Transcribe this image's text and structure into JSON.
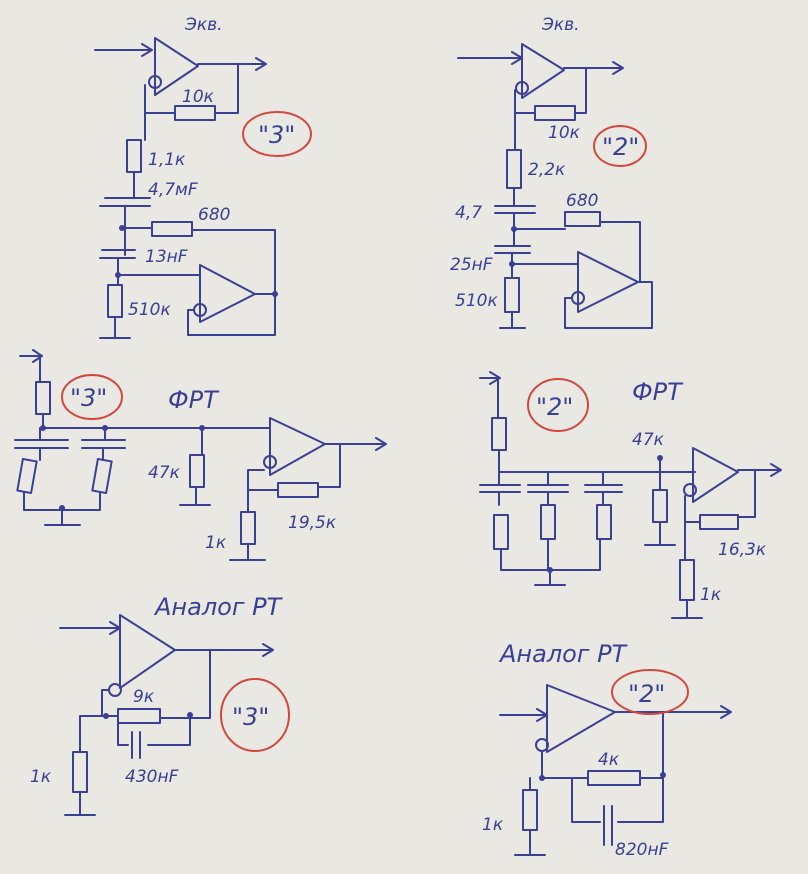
{
  "circuits": {
    "eq3": {
      "title": "Экв.",
      "variant": "\"3\"",
      "r_fb": "10к",
      "r1": "1,1к",
      "c1": "4,7мF",
      "r2": "680",
      "c2": "13нF",
      "r3": "510к"
    },
    "eq2": {
      "title": "Экв.",
      "variant": "\"2\"",
      "r_fb": "10к",
      "r1": "2,2к",
      "c1": "4,7",
      "r2": "680",
      "c2": "25нF",
      "r3": "510к"
    },
    "frt3": {
      "title": "ФРТ",
      "variant": "\"3\"",
      "r1": "47к",
      "r_fb": "19,5к",
      "r_g": "1к"
    },
    "frt2": {
      "title": "ФРТ",
      "variant": "\"2\"",
      "r1": "47к",
      "r_fb": "16,3к",
      "r_g": "1к"
    },
    "art3": {
      "title": "Аналог РТ",
      "variant": "\"3\"",
      "r_fb": "9к",
      "r_g": "1к",
      "c": "430нF"
    },
    "art2": {
      "title": "Аналог РТ",
      "variant": "\"2\"",
      "r_fb": "4к",
      "r_g": "1к",
      "c": "820нF"
    }
  }
}
